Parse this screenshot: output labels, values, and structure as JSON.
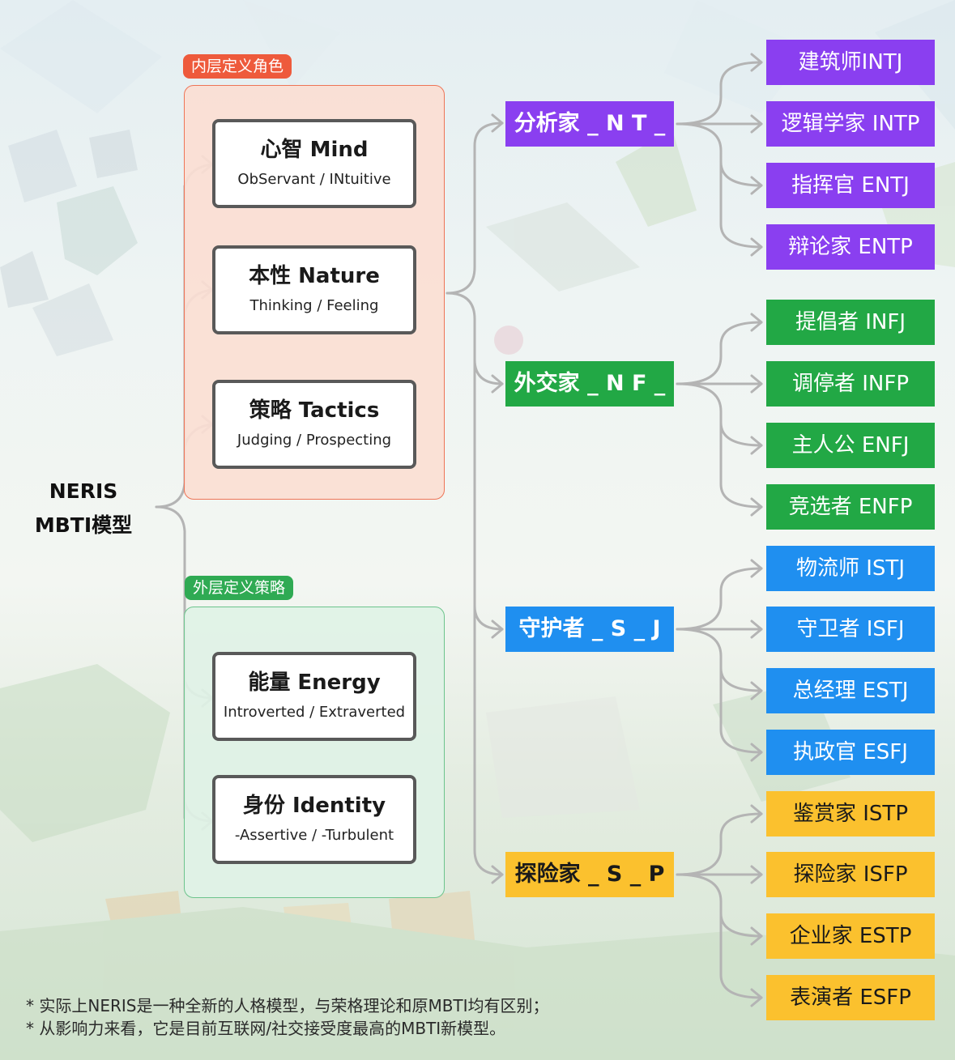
{
  "root_label": {
    "line1": "NERIS",
    "line2": "MBTI模型"
  },
  "inner_group": {
    "tag": "内层定义角色",
    "dimensions": [
      {
        "title": "心智 Mind",
        "sub": "ObServant / INtuitive"
      },
      {
        "title": "本性 Nature",
        "sub": "Thinking / Feeling"
      },
      {
        "title": "策略 Tactics",
        "sub": "Judging / Prospecting"
      }
    ]
  },
  "outer_group": {
    "tag": "外层定义策略",
    "dimensions": [
      {
        "title": "能量 Energy",
        "sub": "Introverted / Extraverted"
      },
      {
        "title": "身份 Identity",
        "sub": "-Assertive / -Turbulent"
      }
    ]
  },
  "role_groups": [
    {
      "name": "分析家 _ N T _",
      "color": "#8a3ff0",
      "types": [
        "建筑师INTJ",
        "逻辑学家 INTP",
        "指挥官 ENTJ",
        "辩论家 ENTP"
      ]
    },
    {
      "name": "外交家 _ N F _",
      "color": "#22a845",
      "types": [
        "提倡者 INFJ",
        "调停者 INFP",
        "主人公 ENFJ",
        "竞选者 ENFP"
      ]
    },
    {
      "name": "守护者 _ S _ J",
      "color": "#1f8ff0",
      "types": [
        "物流师 ISTJ",
        "守卫者 ISFJ",
        "总经理 ESTJ",
        "执政官 ESFJ"
      ]
    },
    {
      "name": "探险家 _ S _ P",
      "color": "#fbc12e",
      "types": [
        "鉴赏家 ISTP",
        "探险家 ISFP",
        "企业家 ESTP",
        "表演者 ESFP"
      ]
    }
  ],
  "footnotes": [
    "* 实际上NERIS是一种全新的人格模型，与荣格理论和原MBTI均有区别；",
    "* 从影响力来看，它是目前互联网/社交接受度最高的MBTI新模型。"
  ]
}
